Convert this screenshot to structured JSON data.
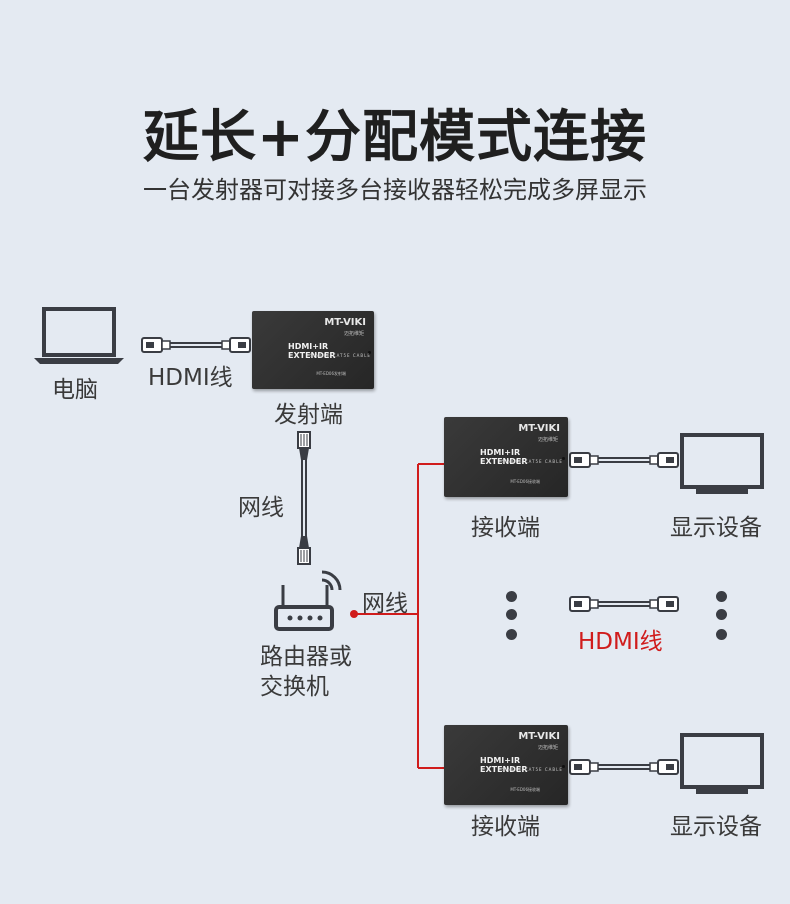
{
  "title": "延长+分配模式连接",
  "subtitle": "一台发射器可对接多台接收器轻松完成多屏显示",
  "labels": {
    "computer": "电脑",
    "hdmi_cable_top": "HDMI线",
    "transmitter": "发射端",
    "network_cable_vertical": "网线",
    "router_line1": "路由器或",
    "router_line2": "交换机",
    "network_cable_horizontal": "网线",
    "receiver_1": "接收端",
    "display_1": "显示设备",
    "hdmi_cable_middle": "HDMI线",
    "receiver_2": "接收端",
    "display_2": "显示设备"
  },
  "device": {
    "brand": "MT-VIKI",
    "brand_sub": "迈拓维矩",
    "model": "HDMI+IR EXTENDER",
    "cable": "SINGLE CAT5E CABLE",
    "tx_sku": "MT-ED06发射端",
    "rx_sku": "MT-ED06接收端"
  },
  "colors": {
    "background": "#e4eaf2",
    "network_line": "#d01c1c",
    "icon": "#3a3d44",
    "device": "#2f2f2f"
  }
}
